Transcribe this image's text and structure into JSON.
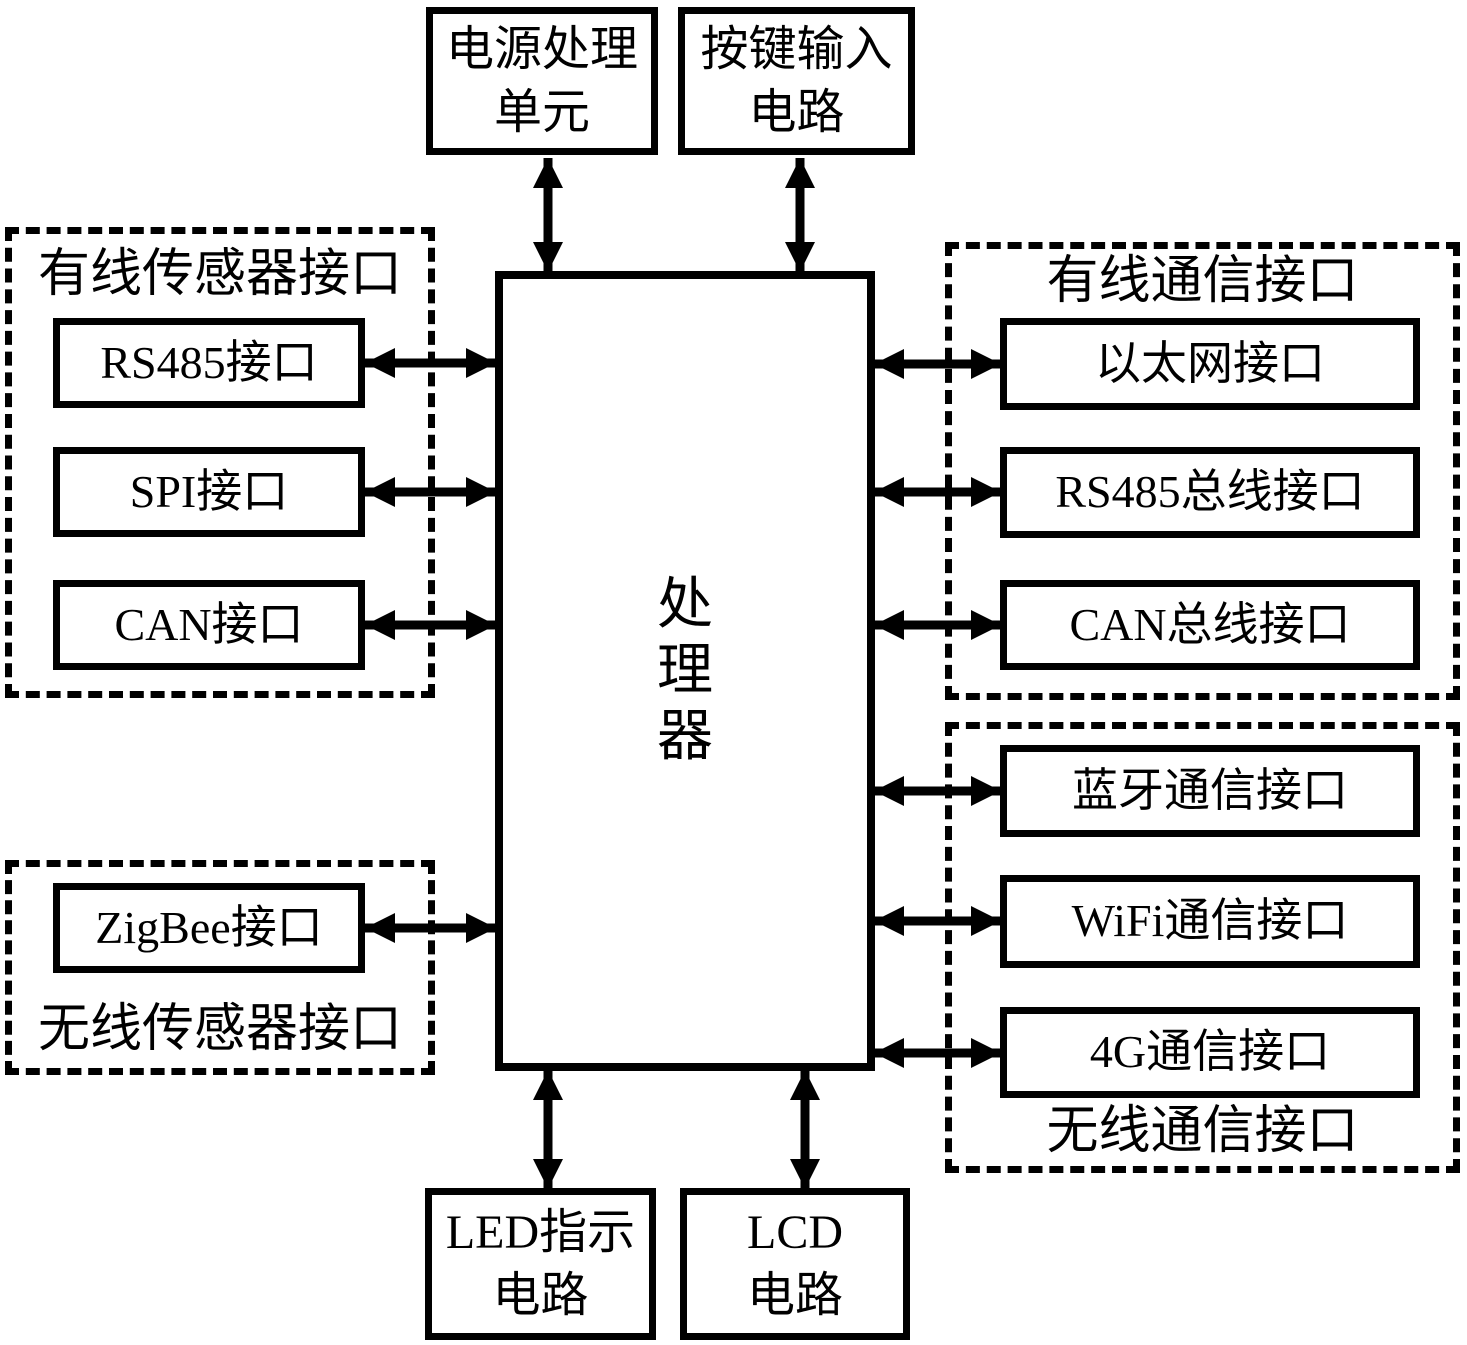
{
  "colors": {
    "line": "#000000",
    "background": "#ffffff"
  },
  "processor": {
    "line1": "处",
    "line2": "理",
    "line3": "器"
  },
  "top": {
    "power_line1": "电源处理",
    "power_line2": "单元",
    "keys_line1": "按键输入",
    "keys_line2": "电路"
  },
  "bottom": {
    "led_line1": "LED指示",
    "led_line2": "电路",
    "lcd_line1": "LCD",
    "lcd_line2": "电路"
  },
  "left": {
    "wired_sensor_title": "有线传感器接口",
    "rs485": "RS485接口",
    "spi": "SPI接口",
    "can": "CAN接口",
    "zigbee": "ZigBee接口",
    "wireless_sensor_title": "无线传感器接口"
  },
  "right": {
    "wired_comm_title": "有线通信接口",
    "ethernet": "以太网接口",
    "rs485_bus": "RS485总线接口",
    "can_bus": "CAN总线接口",
    "bluetooth": "蓝牙通信接口",
    "wifi": "WiFi通信接口",
    "g4": "4G通信接口",
    "wireless_comm_title": "无线通信接口"
  }
}
